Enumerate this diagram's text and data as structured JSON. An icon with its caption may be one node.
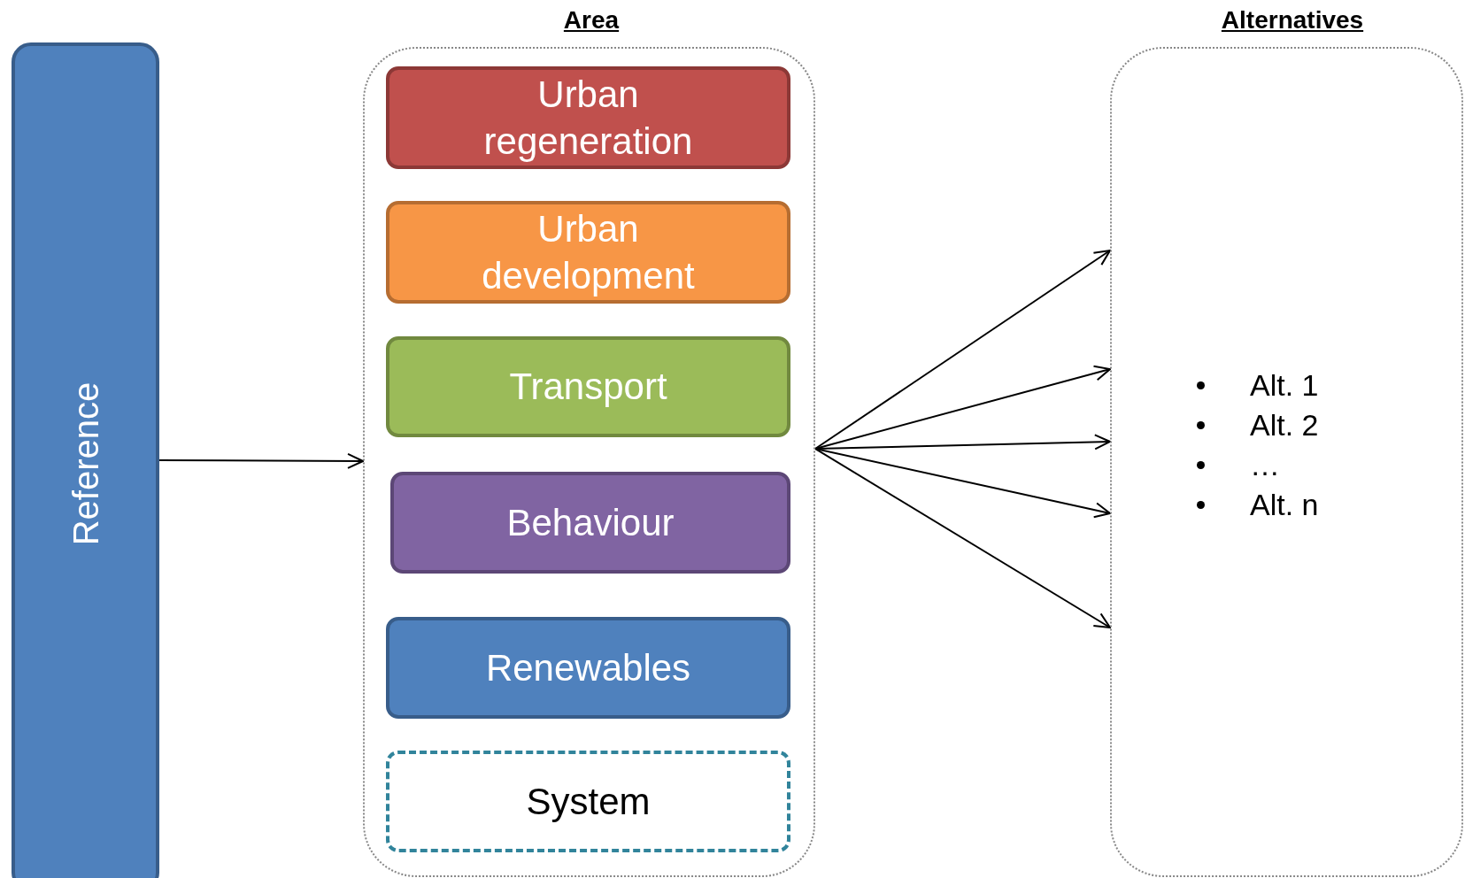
{
  "diagram": {
    "nodes": [
      {
        "text": [
          "Reference"
        ]
      },
      {
        "text": [
          "Area"
        ]
      },
      {
        "text": [
          "Urban regeneration"
        ],
        "in": 1
      },
      {
        "text": [
          "Urban development"
        ],
        "in": 1
      },
      {
        "text": [
          "Transport"
        ],
        "in": 1
      },
      {
        "text": [
          "Behaviour"
        ],
        "in": 1
      },
      {
        "text": [
          "Renewables"
        ],
        "in": 1
      },
      {
        "text": [
          "System"
        ],
        "in": 1
      },
      {
        "text": [
          "Alternatives",
          "Alt. 1",
          "Alt. 2",
          "…",
          "Alt. n"
        ]
      }
    ],
    "edges": [
      {
        "from": 0,
        "to": 1,
        "arrow": "to"
      },
      {
        "from": 1,
        "to": 8,
        "arrow": "to"
      },
      {
        "from": 1,
        "to": 8,
        "arrow": "to"
      },
      {
        "from": 1,
        "to": 8,
        "arrow": "to"
      },
      {
        "from": 1,
        "to": 8,
        "arrow": "to"
      },
      {
        "from": 1,
        "to": 8,
        "arrow": "to"
      }
    ]
  }
}
